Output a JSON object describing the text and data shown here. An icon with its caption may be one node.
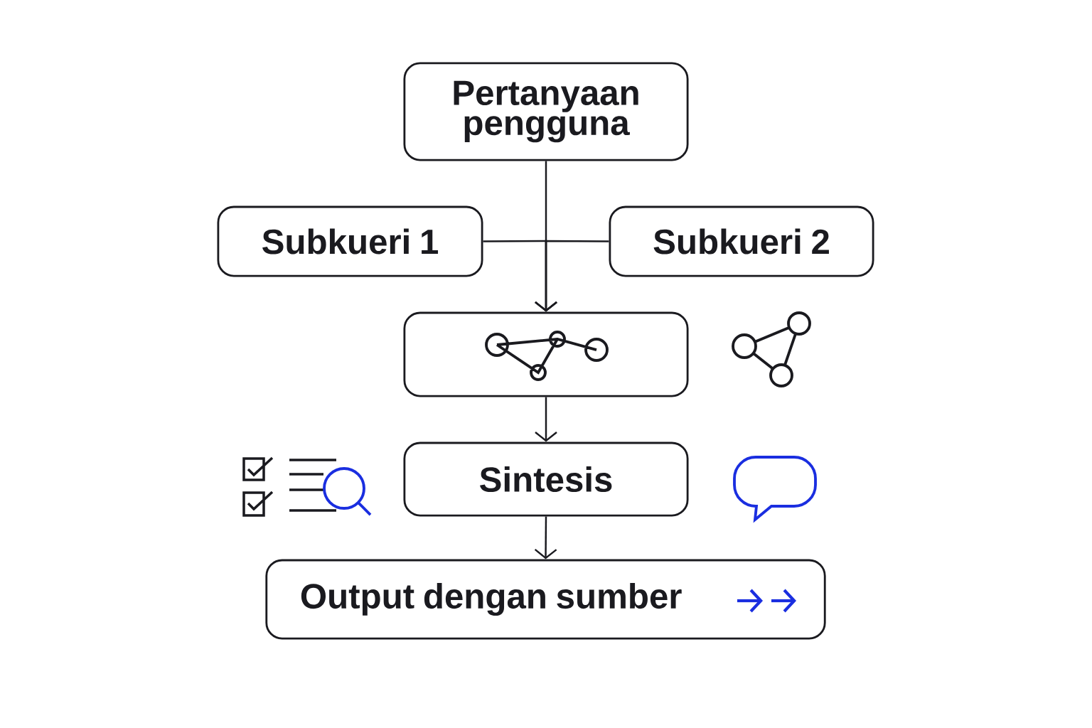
{
  "diagram": {
    "nodes": [
      {
        "text": [
          "Pertanyaan pengguna"
        ]
      },
      {
        "text": [
          "Subkueri 1"
        ]
      },
      {
        "text": [
          "Subkueri 2"
        ]
      },
      {
        "text": [],
        "shape": "box"
      },
      {
        "text": [
          "Sintesis"
        ]
      },
      {
        "text": [
          "Output dengan sumber"
        ]
      }
    ],
    "edges": [
      {
        "from": 0,
        "to": 3,
        "arrow": "to"
      },
      {
        "from": 1,
        "to": 3,
        "arrow": "to"
      },
      {
        "from": 2,
        "to": 3,
        "arrow": "to"
      },
      {
        "from": 3,
        "to": 4,
        "arrow": "to"
      },
      {
        "from": 4,
        "to": 5,
        "arrow": "to"
      }
    ]
  }
}
